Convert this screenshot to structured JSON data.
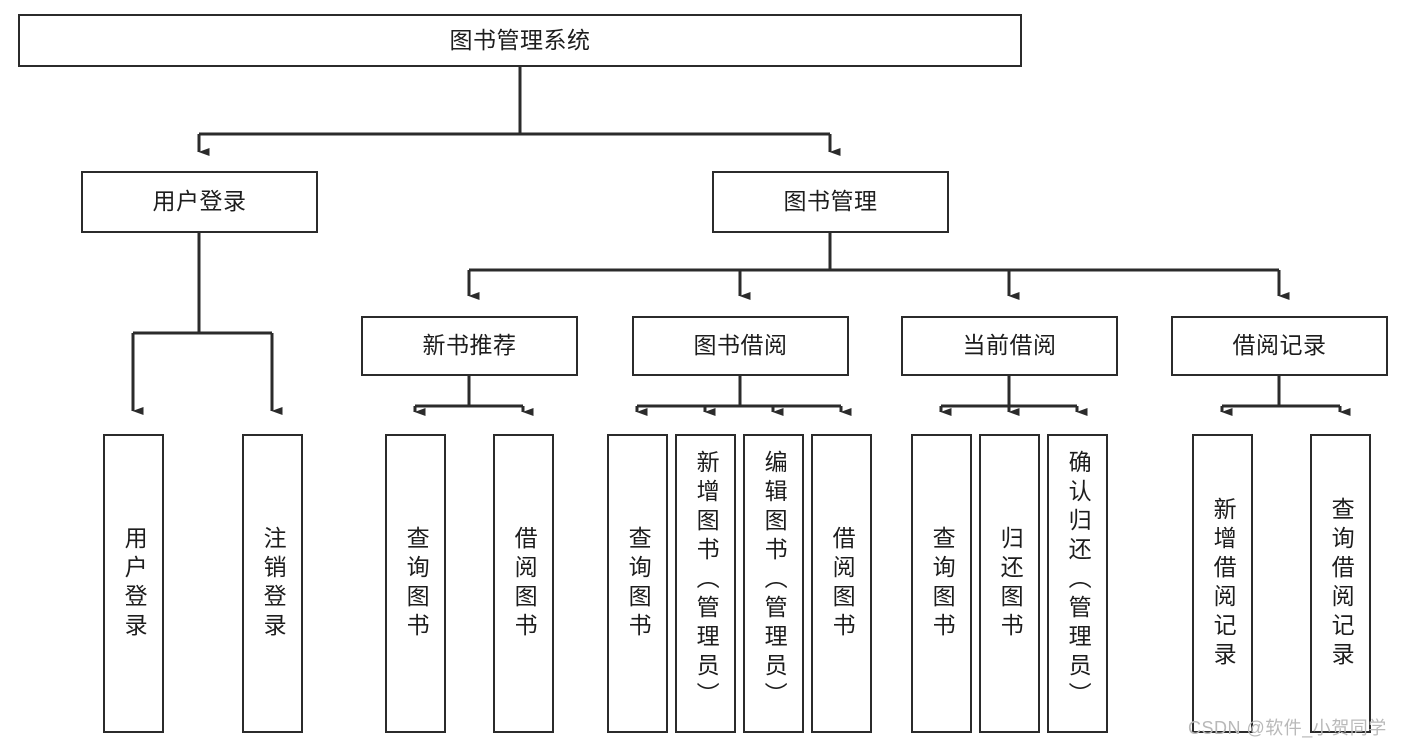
{
  "diagram": {
    "title": "图书管理系统",
    "type": "tree-hierarchy-chart",
    "root": {
      "id": "root",
      "label": "图书管理系统"
    },
    "level2": [
      {
        "id": "user-login",
        "label": "用户登录"
      },
      {
        "id": "book-management",
        "label": "图书管理"
      }
    ],
    "level3": [
      {
        "id": "new-book-recommend",
        "label": "新书推荐",
        "parent": "book-management"
      },
      {
        "id": "book-borrow",
        "label": "图书借阅",
        "parent": "book-management"
      },
      {
        "id": "current-borrow",
        "label": "当前借阅",
        "parent": "book-management"
      },
      {
        "id": "borrow-record",
        "label": "借阅记录",
        "parent": "book-management"
      }
    ],
    "leaves": [
      {
        "id": "leaf-user-login",
        "label": "用户登录",
        "parent": "user-login"
      },
      {
        "id": "leaf-logout-login",
        "label": "注销登录",
        "parent": "user-login"
      },
      {
        "id": "leaf-query-book-1",
        "label": "查询图书",
        "parent": "new-book-recommend"
      },
      {
        "id": "leaf-borrow-book-1",
        "label": "借阅图书",
        "parent": "new-book-recommend"
      },
      {
        "id": "leaf-query-book-2",
        "label": "查询图书",
        "parent": "book-borrow"
      },
      {
        "id": "leaf-add-book",
        "label": "新增图书（管理员）",
        "parent": "book-borrow"
      },
      {
        "id": "leaf-edit-book",
        "label": "编辑图书（管理员）",
        "parent": "book-borrow"
      },
      {
        "id": "leaf-borrow-book-2",
        "label": "借阅图书",
        "parent": "book-borrow"
      },
      {
        "id": "leaf-query-book-3",
        "label": "查询图书",
        "parent": "current-borrow"
      },
      {
        "id": "leaf-return-book",
        "label": "归还图书",
        "parent": "current-borrow"
      },
      {
        "id": "leaf-confirm-return",
        "label": "确认归还（管理员）",
        "parent": "current-borrow"
      },
      {
        "id": "leaf-add-record",
        "label": "新增借阅记录",
        "parent": "borrow-record"
      },
      {
        "id": "leaf-query-record",
        "label": "查询借阅记录",
        "parent": "borrow-record"
      }
    ]
  },
  "watermark": {
    "text": "CSDN @软件_小贺同学"
  },
  "colors": {
    "stroke": "#2b2b2b",
    "background": "#ffffff",
    "text": "#1d1d1d",
    "watermark": "#b9b9b9"
  }
}
